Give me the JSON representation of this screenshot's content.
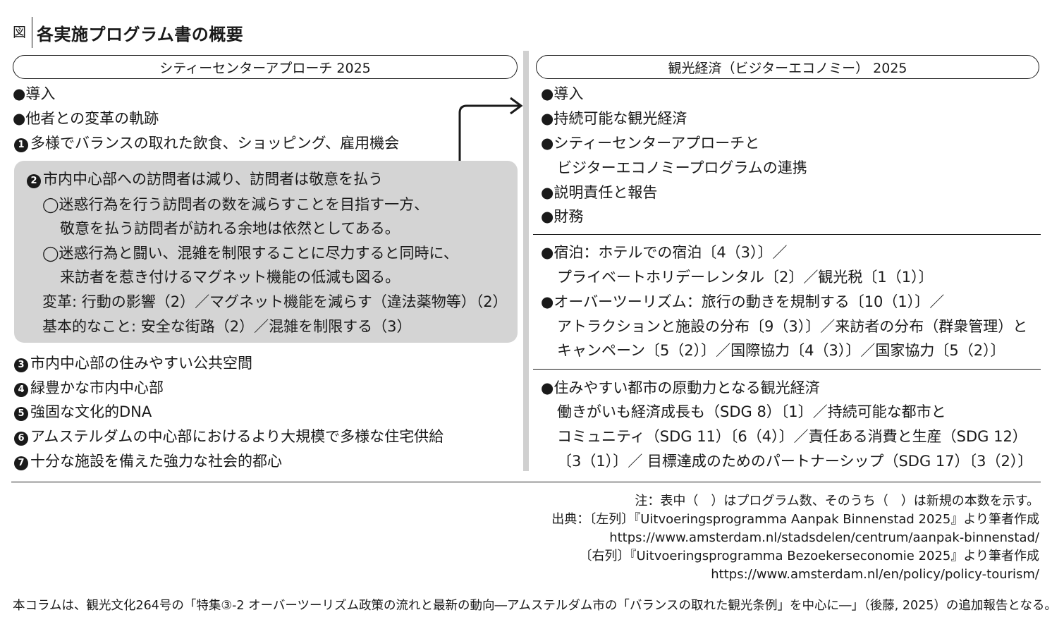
{
  "figure": {
    "label": "図",
    "title": "各実施プログラム書の概要"
  },
  "left": {
    "header": "シティーセンターアプローチ 2025",
    "items_top": [
      {
        "marker": "●",
        "text": "導入"
      },
      {
        "marker": "●",
        "text": "他者との変革の軌跡"
      },
      {
        "marker": "1",
        "text": "多様でバランスの取れた飲食、ショッピング、雇用機会"
      }
    ],
    "box": {
      "marker": "2",
      "title": "市内中心部への訪問者は減り、訪問者は敬意を払う",
      "lines": [
        "◯迷惑行為を行う訪問者の数を減らすことを目指す一方、",
        "敬意を払う訪問者が訪れる余地は依然としてある。",
        "◯迷惑行為と闘い、混雑を制限することに尽力すると同時に、",
        "来訪者を惹き付けるマグネット機能の低減も図る。",
        "変革: 行動の影響（2）／マグネット機能を減らす（違法薬物等）（2）",
        "基本的なこと: 安全な街路（2）／混雑を制限する（3）"
      ]
    },
    "items_bottom": [
      {
        "marker": "3",
        "text": "市内中心部の住みやすい公共空間"
      },
      {
        "marker": "4",
        "text": "緑豊かな市内中心部"
      },
      {
        "marker": "5",
        "text": "強固な文化的DNA"
      },
      {
        "marker": "6",
        "text": "アムステルダムの中心部におけるより大規模で多様な住宅供給"
      },
      {
        "marker": "7",
        "text": "十分な施設を備えた強力な社会的都心"
      }
    ]
  },
  "right": {
    "header": "観光経済（ビジターエコノミー） 2025",
    "section1": [
      "●導入",
      "●持続可能な観光経済",
      "●シティーセンターアプローチと",
      "ビジターエコノミープログラムの連携",
      "●説明責任と報告",
      "●財務"
    ],
    "section2": [
      "●宿泊：ホテルでの宿泊〔4（3）〕／",
      "プライベートホリデーレンタル〔2〕／観光税〔1（1）〕",
      "●オーバーツーリズム：旅行の動きを規制する〔10（1）〕／",
      "アトラクションと施設の分布〔9（3）〕／来訪者の分布（群衆管理）と",
      "キャンペーン〔5（2）〕／国際協力〔4（3）〕／国家協力〔5（2）〕"
    ],
    "section3": [
      "●住みやすい都市の原動力となる観光経済",
      "働きがいも経済成長も（SDG 8）〔1〕／持続可能な都市と",
      "コミュニティ（SDG 11）〔6（4）〕／責任ある消費と生産（SDG 12）",
      "〔3（1）〕／ 目標達成のためのパートナーシップ（SDG 17）〔3（2）〕"
    ]
  },
  "notes": [
    "注：表中（　）はプログラム数、そのうち（　）は新規の本数を示す。",
    "出典：〔左列〕『Uitvoeringsprogramma Aanpak Binnenstad 2025』より筆者作成",
    "https://www.amsterdam.nl/stadsdelen/centrum/aanpak-binnenstad/",
    "〔右列〕『Uitvoeringsprogramma Bezoekerseconomie 2025』より筆者作成",
    "https://www.amsterdam.nl/en/policy/policy-tourism/"
  ],
  "footer": "本コラムは、観光文化264号の「特集③-2 オーバーツーリズム政策の流れと最新の動向―アムステルダム市の「バランスの取れた観光条例」を中心に―」（後藤, 2025）の追加報告となる。"
}
